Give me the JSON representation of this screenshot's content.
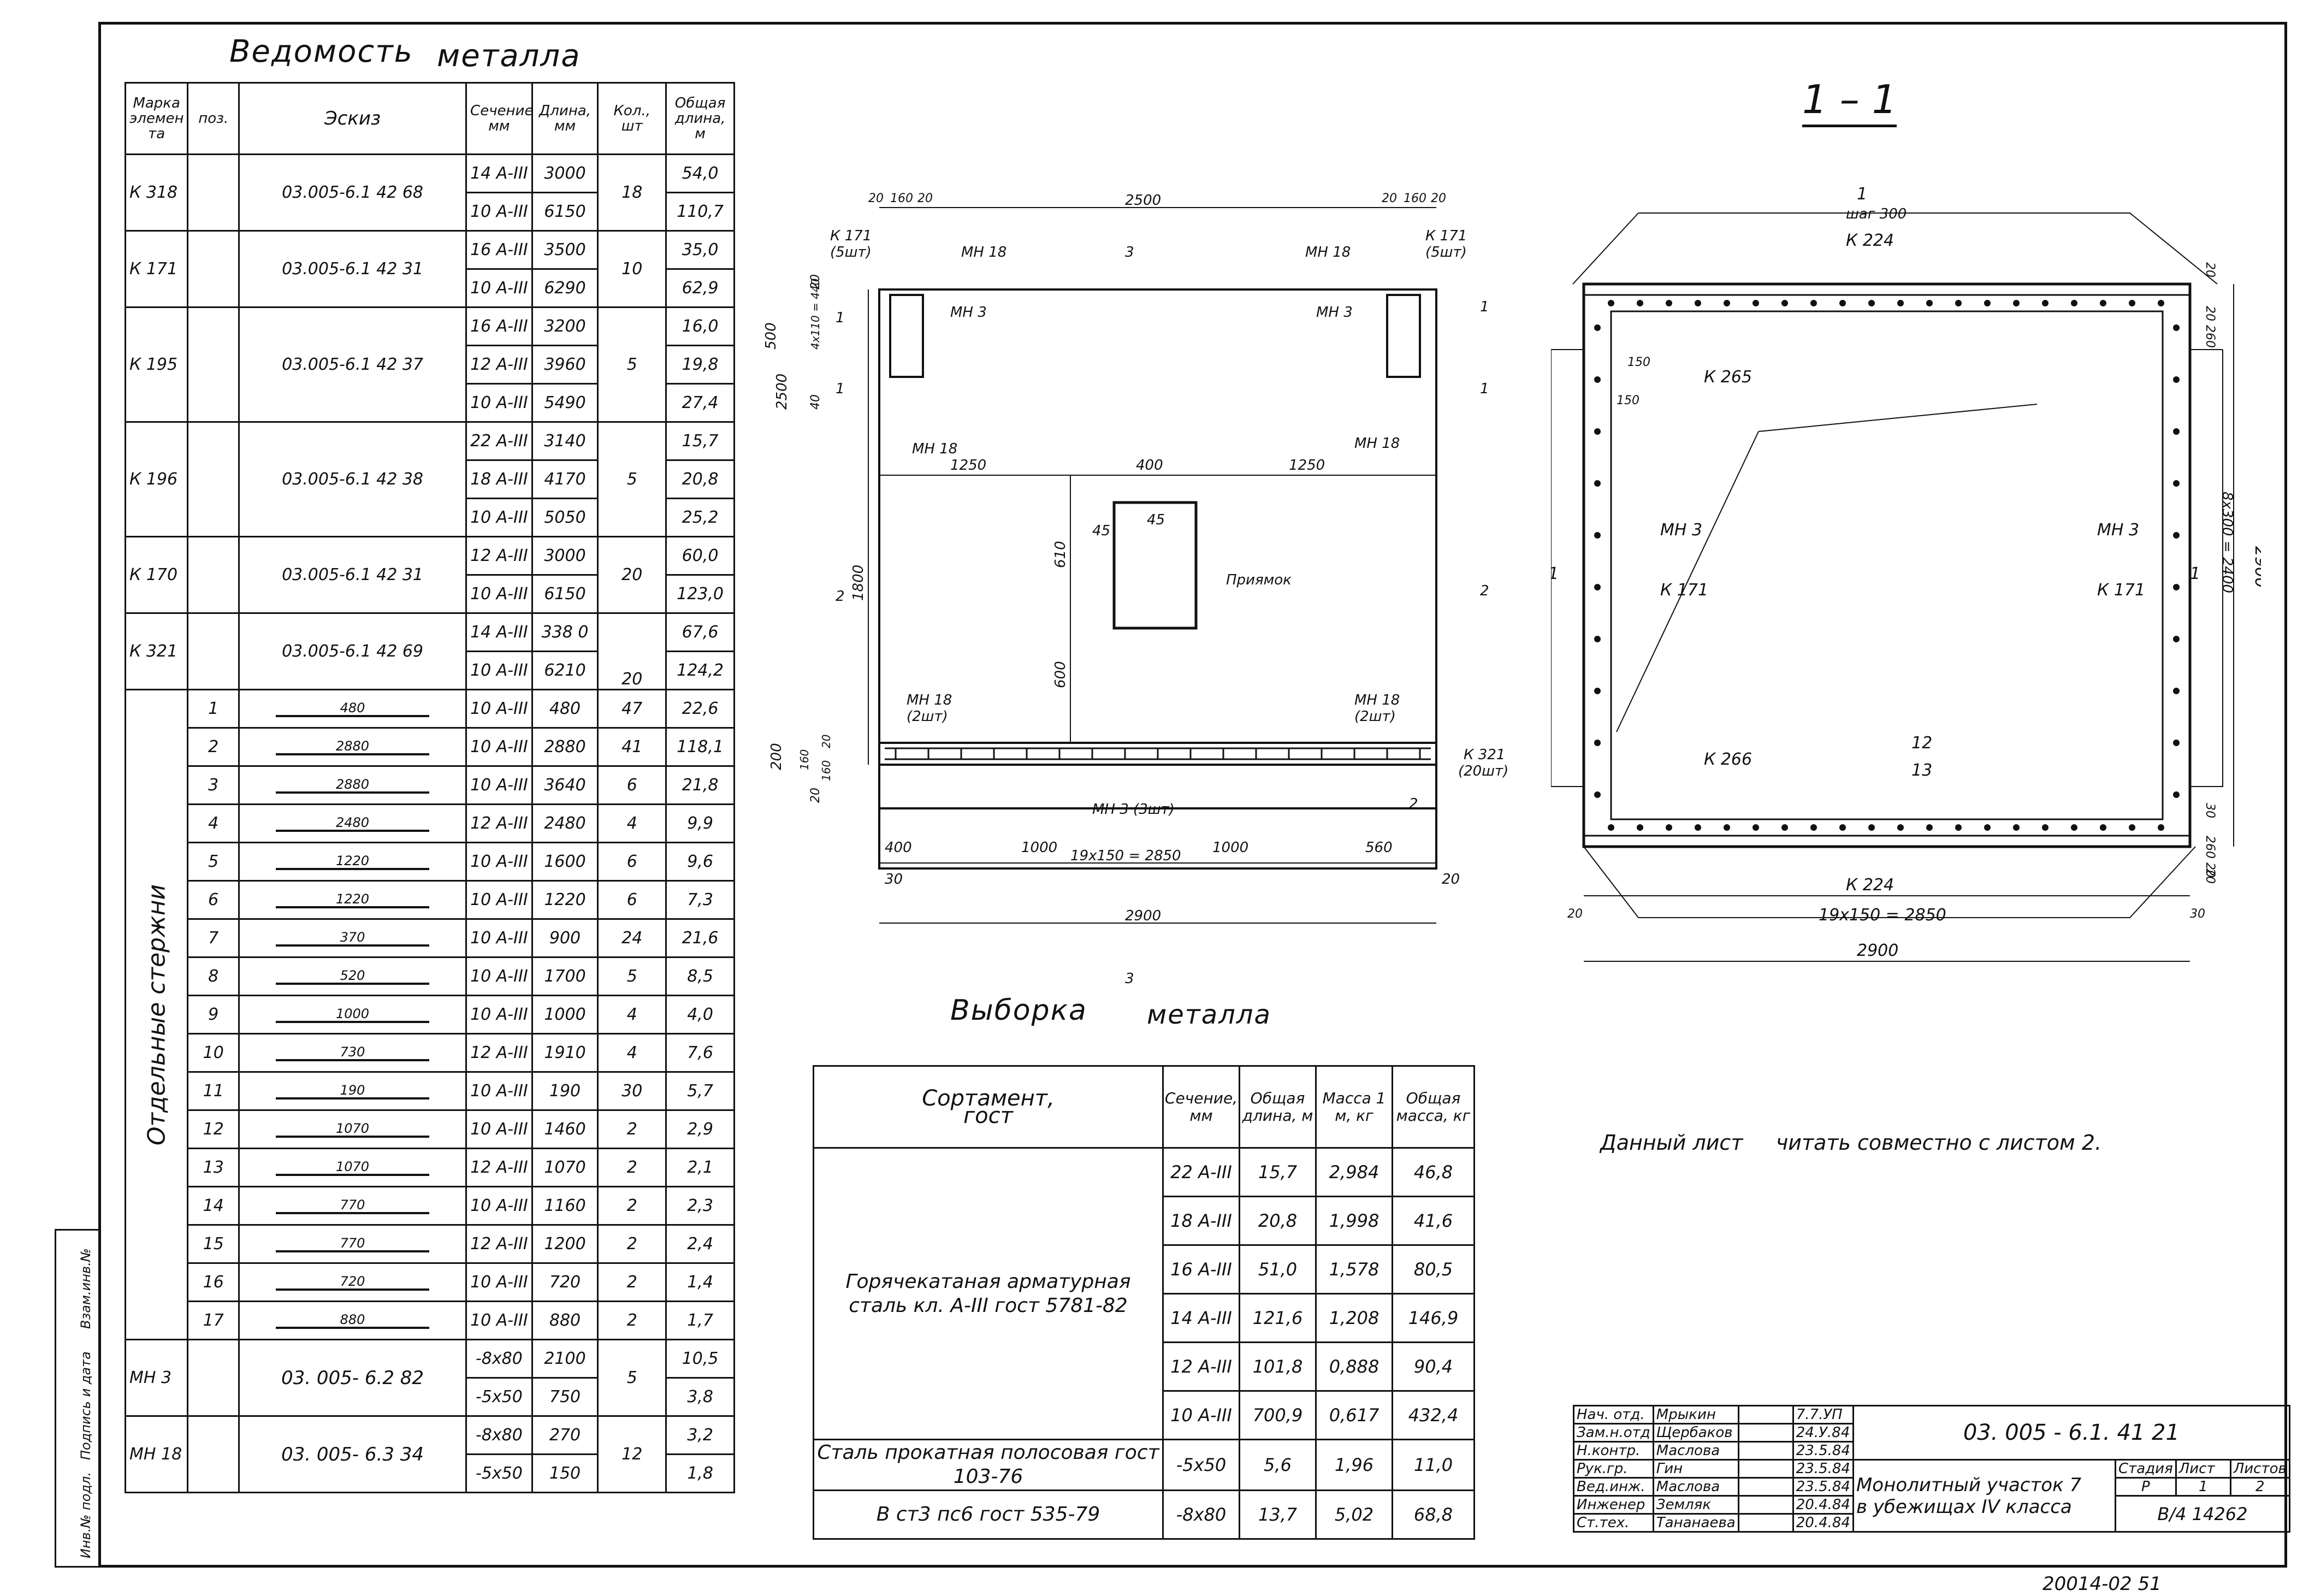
{
  "vedomost": {
    "title_1": "Ведомость",
    "title_2": "металла",
    "headers": {
      "marka": "Марка элемен та",
      "poz": "поз.",
      "eskiz": "Эскиз",
      "sechenie": "Сечение, мм",
      "dlina": "Длина, мм",
      "kol": "Кол., шт",
      "obsch": "Общая длина, м"
    },
    "groups": [
      {
        "mark": "К 318",
        "sketch": "03.005-6.1 42 68",
        "kol": "18",
        "rows": [
          {
            "sech": "14 А-III",
            "dl": "3000",
            "ob": "54,0"
          },
          {
            "sech": "10 А-III",
            "dl": "6150",
            "ob": "110,7"
          }
        ]
      },
      {
        "mark": "К 171",
        "sketch": "03.005-6.1 42 31",
        "kol": "10",
        "rows": [
          {
            "sech": "16 А-III",
            "dl": "3500",
            "ob": "35,0"
          },
          {
            "sech": "10 А-III",
            "dl": "6290",
            "ob": "62,9"
          }
        ]
      },
      {
        "mark": "К 195",
        "sketch": "03.005-6.1 42 37",
        "kol": "5",
        "rows": [
          {
            "sech": "16 А-III",
            "dl": "3200",
            "ob": "16,0"
          },
          {
            "sech": "12 А-III",
            "dl": "3960",
            "ob": "19,8"
          },
          {
            "sech": "10 А-III",
            "dl": "5490",
            "ob": "27,4"
          }
        ]
      },
      {
        "mark": "К 196",
        "sketch": "03.005-6.1 42 38",
        "kol": "5",
        "rows": [
          {
            "sech": "22 А-III",
            "dl": "3140",
            "ob": "15,7"
          },
          {
            "sech": "18 А-III",
            "dl": "4170",
            "ob": "20,8"
          },
          {
            "sech": "10 А-III",
            "dl": "5050",
            "ob": "25,2"
          }
        ]
      },
      {
        "mark": "К 170",
        "sketch": "03.005-6.1 42 31",
        "kol": "20",
        "rows": [
          {
            "sech": "12 А-III",
            "dl": "3000",
            "ob": "60,0"
          },
          {
            "sech": "10 А-III",
            "dl": "6150",
            "ob": "123,0"
          }
        ]
      },
      {
        "mark": "К 321",
        "sketch": "03.005-6.1 42 69",
        "kol": "20",
        "rows": [
          {
            "sech": "14 А-III",
            "dl": "338 0",
            "ob": "67,6"
          },
          {
            "sech": "10 А-III",
            "dl": "6210",
            "ob": "124,2"
          }
        ]
      }
    ],
    "separate_label": "Отдельные стержни",
    "separate": [
      {
        "poz": "1",
        "sk": "480",
        "sech": "10 А-III",
        "dl": "480",
        "kol": "47",
        "ob": "22,6"
      },
      {
        "poz": "2",
        "sk": "2880",
        "sech": "10 А-III",
        "dl": "2880",
        "kol": "41",
        "ob": "118,1"
      },
      {
        "poz": "3",
        "sk": "2880",
        "sech": "10 А-III",
        "dl": "3640",
        "kol": "6",
        "ob": "21,8"
      },
      {
        "poz": "4",
        "sk": "2480",
        "sech": "12 А-III",
        "dl": "2480",
        "kol": "4",
        "ob": "9,9"
      },
      {
        "poz": "5",
        "sk": "1220",
        "sech": "10 А-III",
        "dl": "1600",
        "kol": "6",
        "ob": "9,6"
      },
      {
        "poz": "6",
        "sk": "1220",
        "sech": "10 А-III",
        "dl": "1220",
        "kol": "6",
        "ob": "7,3"
      },
      {
        "poz": "7",
        "sk": "370",
        "sech": "10 А-III",
        "dl": "900",
        "kol": "24",
        "ob": "21,6"
      },
      {
        "poz": "8",
        "sk": "520",
        "sech": "10 А-III",
        "dl": "1700",
        "kol": "5",
        "ob": "8,5"
      },
      {
        "poz": "9",
        "sk": "1000",
        "sech": "10 А-III",
        "dl": "1000",
        "kol": "4",
        "ob": "4,0"
      },
      {
        "poz": "10",
        "sk": "730",
        "sech": "12 А-III",
        "dl": "1910",
        "kol": "4",
        "ob": "7,6"
      },
      {
        "poz": "11",
        "sk": "190",
        "sech": "10 А-III",
        "dl": "190",
        "kol": "30",
        "ob": "5,7"
      },
      {
        "poz": "12",
        "sk": "1070",
        "sech": "10 А-III",
        "dl": "1460",
        "kol": "2",
        "ob": "2,9"
      },
      {
        "poz": "13",
        "sk": "1070",
        "sech": "12 А-III",
        "dl": "1070",
        "kol": "2",
        "ob": "2,1"
      },
      {
        "poz": "14",
        "sk": "770",
        "sech": "10 А-III",
        "dl": "1160",
        "kol": "2",
        "ob": "2,3"
      },
      {
        "poz": "15",
        "sk": "770",
        "sech": "12 А-III",
        "dl": "1200",
        "kol": "2",
        "ob": "2,4"
      },
      {
        "poz": "16",
        "sk": "720",
        "sech": "10 А-III",
        "dl": "720",
        "kol": "2",
        "ob": "1,4"
      },
      {
        "poz": "17",
        "sk": "880",
        "sech": "10 А-III",
        "dl": "880",
        "kol": "2",
        "ob": "1,7"
      }
    ],
    "plates": [
      {
        "mark": "МН 3",
        "sketch": "03. 005- 6.2  82",
        "kol": "5",
        "rows": [
          {
            "sech": "-8х80",
            "dl": "2100",
            "ob": "10,5"
          },
          {
            "sech": "-5х50",
            "dl": "750",
            "ob": "3,8"
          }
        ]
      },
      {
        "mark": "МН 18",
        "sketch": "03. 005- 6.3  34",
        "kol": "12",
        "rows": [
          {
            "sech": "-8х80",
            "dl": "270",
            "ob": "3,2"
          },
          {
            "sech": "-5х50",
            "dl": "150",
            "ob": "1,8"
          }
        ]
      }
    ]
  },
  "vyborka": {
    "title_1": "Выборка",
    "title_2": "металла",
    "headers": {
      "sort": "Сортамент, гост",
      "sech": "Сечение, мм",
      "obdl": "Общая длина, м",
      "mass1": "Масса 1 м, кг",
      "mass": "Общая масса, кг"
    },
    "group1_label": "Горячекатаная арматурная сталь кл. А-III гост 5781-82",
    "group1": [
      {
        "sech": "22 А-III",
        "dl": "15,7",
        "m1": "2,984",
        "m": "46,8"
      },
      {
        "sech": "18 А-III",
        "dl": "20,8",
        "m1": "1,998",
        "m": "41,6"
      },
      {
        "sech": "16 А-III",
        "dl": "51,0",
        "m1": "1,578",
        "m": "80,5"
      },
      {
        "sech": "14 А-III",
        "dl": "121,6",
        "m1": "1,208",
        "m": "146,9"
      },
      {
        "sech": "12 А-III",
        "dl": "101,8",
        "m1": "0,888",
        "m": "90,4"
      },
      {
        "sech": "10 А-III",
        "dl": "700,9",
        "m1": "0,617",
        "m": "432,4"
      }
    ],
    "group2_label_a": "Сталь прокатная полосовая гост 103-76",
    "group2_label_b": "В ст3 пс6 гост 535-79",
    "group2": [
      {
        "sech": "-5х50",
        "dl": "5,6",
        "m1": "1,96",
        "m": "11,0"
      },
      {
        "sech": "-8х80",
        "dl": "13,7",
        "m1": "5,02",
        "m": "68,8"
      }
    ]
  },
  "plan": {
    "dims": {
      "top": "2500",
      "left": "2500",
      "bottom": "2900",
      "spacing": "19х150 = 2850",
      "d1250a": "1250",
      "d400": "400",
      "d1250b": "1250",
      "d1800": "1800",
      "d610": "610",
      "d600": "600",
      "d45a": "45",
      "d45b": "45",
      "d500": "500",
      "d440": "4х110 = 440",
      "d400b": "400",
      "d1000a": "1000",
      "d1000b": "1000",
      "d560": "560",
      "d30": "30",
      "d20": "20",
      "d200": "200",
      "d160": "160",
      "d20a": "20",
      "d160a": "160",
      "d20b": "20",
      "d20c": "20",
      "d160b": "160",
      "d20d": "20",
      "d40": "40",
      "d20e": "20",
      "d20f": "20",
      "d160c": "160",
      "d20g": "20"
    },
    "labels": {
      "k171a": "К 171",
      "k171a_q": "(5шт)",
      "k171b": "К 171",
      "k171b_q": "(5шт)",
      "mn18a": "МН 18",
      "mn18b": "МН 18",
      "mn18c": "МН 18",
      "mn18d": "МН 18",
      "mn18e": "МН 18",
      "mn18e_q": "(2шт)",
      "mn18f": "МН 18",
      "mn18f_q": "(2шт)",
      "mn3a": "МН 3",
      "mn3b": "МН 3",
      "mn3c": "МН 3 (3шт)",
      "k321": "К 321",
      "k321_q": "(20шт)",
      "priyamok": "Приямок",
      "s1a": "1",
      "s1b": "1",
      "s1c": "1",
      "s1d": "1",
      "s2a": "2",
      "s2b": "2",
      "s2c": "2",
      "s3a": "3",
      "s3b": "3"
    }
  },
  "section": {
    "title": "1 – 1",
    "labels": {
      "shag": "шаг 300",
      "one_top": "1",
      "k224a": "К 224",
      "k224b": "К 224",
      "k265": "К 265",
      "mn3a": "МН 3",
      "mn3b": "МН 3",
      "k171a": "К 171",
      "k171b": "К 171",
      "k266": "К 266",
      "p12": "12",
      "p13": "13",
      "one_l": "1",
      "one_r": "1"
    },
    "dims": {
      "d150a": "150",
      "d150b": "150",
      "bottom": "2900",
      "spacing": "19х150 = 2850",
      "right": "2900",
      "vert": "8х300 = 2400",
      "d20a": "20",
      "d260": "20 260",
      "d260b": "260 20",
      "d30": "30",
      "d20b": "20",
      "d20c": "20",
      "d30b": "30"
    }
  },
  "note": "Данный лист     читать совместно с листом 2.",
  "stamp": {
    "code": "03. 005 - 6.1.  41  21",
    "people": [
      {
        "role": "Нач. отд.",
        "name": "Мрыкин",
        "date": "7.7.УП"
      },
      {
        "role": "Зам.н.отд",
        "name": "Щербаков",
        "date": "24.У.84"
      },
      {
        "role": "Н.контр.",
        "name": "Маслова",
        "date": "23.5.84"
      },
      {
        "role": "Рук.гр.",
        "name": "Гин",
        "date": "23.5.84"
      },
      {
        "role": "Вед.инж.",
        "name": "Маслова",
        "date": "23.5.84"
      },
      {
        "role": "Инженер",
        "name": "Земляк",
        "date": "20.4.84"
      },
      {
        "role": "Ст.тех.",
        "name": "Тананаева",
        "date": "20.4.84"
      }
    ],
    "name_1": "Монолитный участок  7",
    "name_2": "в убежищах  IV  класса",
    "stadiya_h": "Стадия",
    "list_h": "Лист",
    "listov_h": "Листов",
    "stadiya": "Р",
    "list": "1",
    "listov": "2",
    "org": "В/4  14262",
    "bottom_code": "20014-02   51"
  },
  "side_strip": {
    "a": "Инв.№ подл.",
    "b": "Подпись и дата",
    "c": "Взам.инв.№"
  }
}
